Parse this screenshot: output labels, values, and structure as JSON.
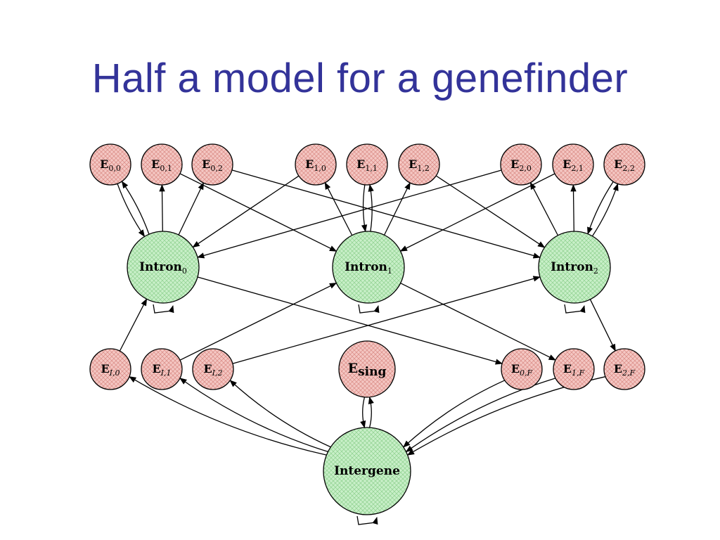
{
  "title": "Half a model for a genefinder",
  "colors": {
    "title": "#333399",
    "exon_fill": "#f4c7c3",
    "exon_hatch": "#d98a84",
    "region_fill": "#c8efc8",
    "region_hatch": "#8fd08f",
    "edge": "#000000"
  },
  "nodes": {
    "E00": {
      "main": "E",
      "sub": "0,0"
    },
    "E01": {
      "main": "E",
      "sub": "0,1"
    },
    "E02": {
      "main": "E",
      "sub": "0,2"
    },
    "E10": {
      "main": "E",
      "sub": "1,0"
    },
    "E11": {
      "main": "E",
      "sub": "1,1"
    },
    "E12": {
      "main": "E",
      "sub": "1,2"
    },
    "E20": {
      "main": "E",
      "sub": "2,0"
    },
    "E21": {
      "main": "E",
      "sub": "2,1"
    },
    "E22": {
      "main": "E",
      "sub": "2,2"
    },
    "I0": {
      "main": "Intron",
      "sub": "0"
    },
    "I1": {
      "main": "Intron",
      "sub": "1"
    },
    "I2": {
      "main": "Intron",
      "sub": "2"
    },
    "EI0": {
      "main": "E",
      "sub": "I,0"
    },
    "EI1": {
      "main": "E",
      "sub": "I,1"
    },
    "EI2": {
      "main": "E",
      "sub": "I,2"
    },
    "Esing": {
      "main": "E",
      "sub": "sing"
    },
    "E0F": {
      "main": "E",
      "sub": "0,F"
    },
    "E1F": {
      "main": "E",
      "sub": "1,F"
    },
    "E2F": {
      "main": "E",
      "sub": "2,F"
    },
    "IG": {
      "main": "Intergene",
      "sub": ""
    }
  },
  "edges": [
    [
      "I0",
      "E00"
    ],
    [
      "E00",
      "I0"
    ],
    [
      "I0",
      "E01"
    ],
    [
      "I0",
      "E02"
    ],
    [
      "I1",
      "E10"
    ],
    [
      "I1",
      "E11"
    ],
    [
      "E11",
      "I1"
    ],
    [
      "I1",
      "E12"
    ],
    [
      "I2",
      "E20"
    ],
    [
      "I2",
      "E21"
    ],
    [
      "I2",
      "E22"
    ],
    [
      "E22",
      "I2"
    ],
    [
      "E01",
      "I1"
    ],
    [
      "E02",
      "I2"
    ],
    [
      "E10",
      "I0"
    ],
    [
      "E20",
      "I0"
    ],
    [
      "E12",
      "I2"
    ],
    [
      "E21",
      "I1"
    ],
    [
      "I0",
      "I0"
    ],
    [
      "I1",
      "I1"
    ],
    [
      "I2",
      "I2"
    ],
    [
      "EI0",
      "I0"
    ],
    [
      "EI1",
      "I1"
    ],
    [
      "EI2",
      "I2"
    ],
    [
      "I0",
      "E0F"
    ],
    [
      "I1",
      "E1F"
    ],
    [
      "I2",
      "E2F"
    ],
    [
      "IG",
      "EI0"
    ],
    [
      "IG",
      "EI1"
    ],
    [
      "IG",
      "EI2"
    ],
    [
      "IG",
      "Esing"
    ],
    [
      "Esing",
      "IG"
    ],
    [
      "IG",
      "IG"
    ],
    [
      "E0F",
      "IG"
    ],
    [
      "E1F",
      "IG"
    ],
    [
      "E2F",
      "IG"
    ]
  ]
}
